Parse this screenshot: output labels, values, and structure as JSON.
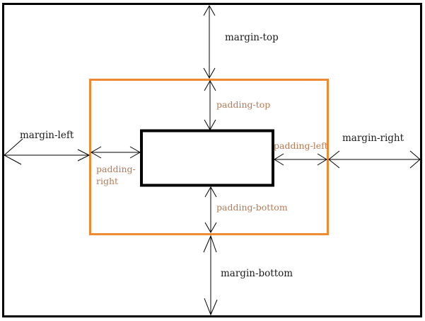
{
  "labels": {
    "margin_top": "margin-top",
    "margin_left": "margin-left",
    "margin_right": "margin-right",
    "margin_bottom": "margin-bottom",
    "padding_top": "padding-top",
    "padding_left": "padding-left",
    "padding_right_line1": "padding-",
    "padding_right_line2": "right",
    "padding_bottom": "padding-bottom"
  },
  "colors": {
    "outer_border": "#000000",
    "padding_box_border": "#f08a30",
    "content_border": "#000000",
    "margin_label": "#1a1a1a",
    "padding_label": "#b87a55",
    "background": "#ffffff"
  }
}
